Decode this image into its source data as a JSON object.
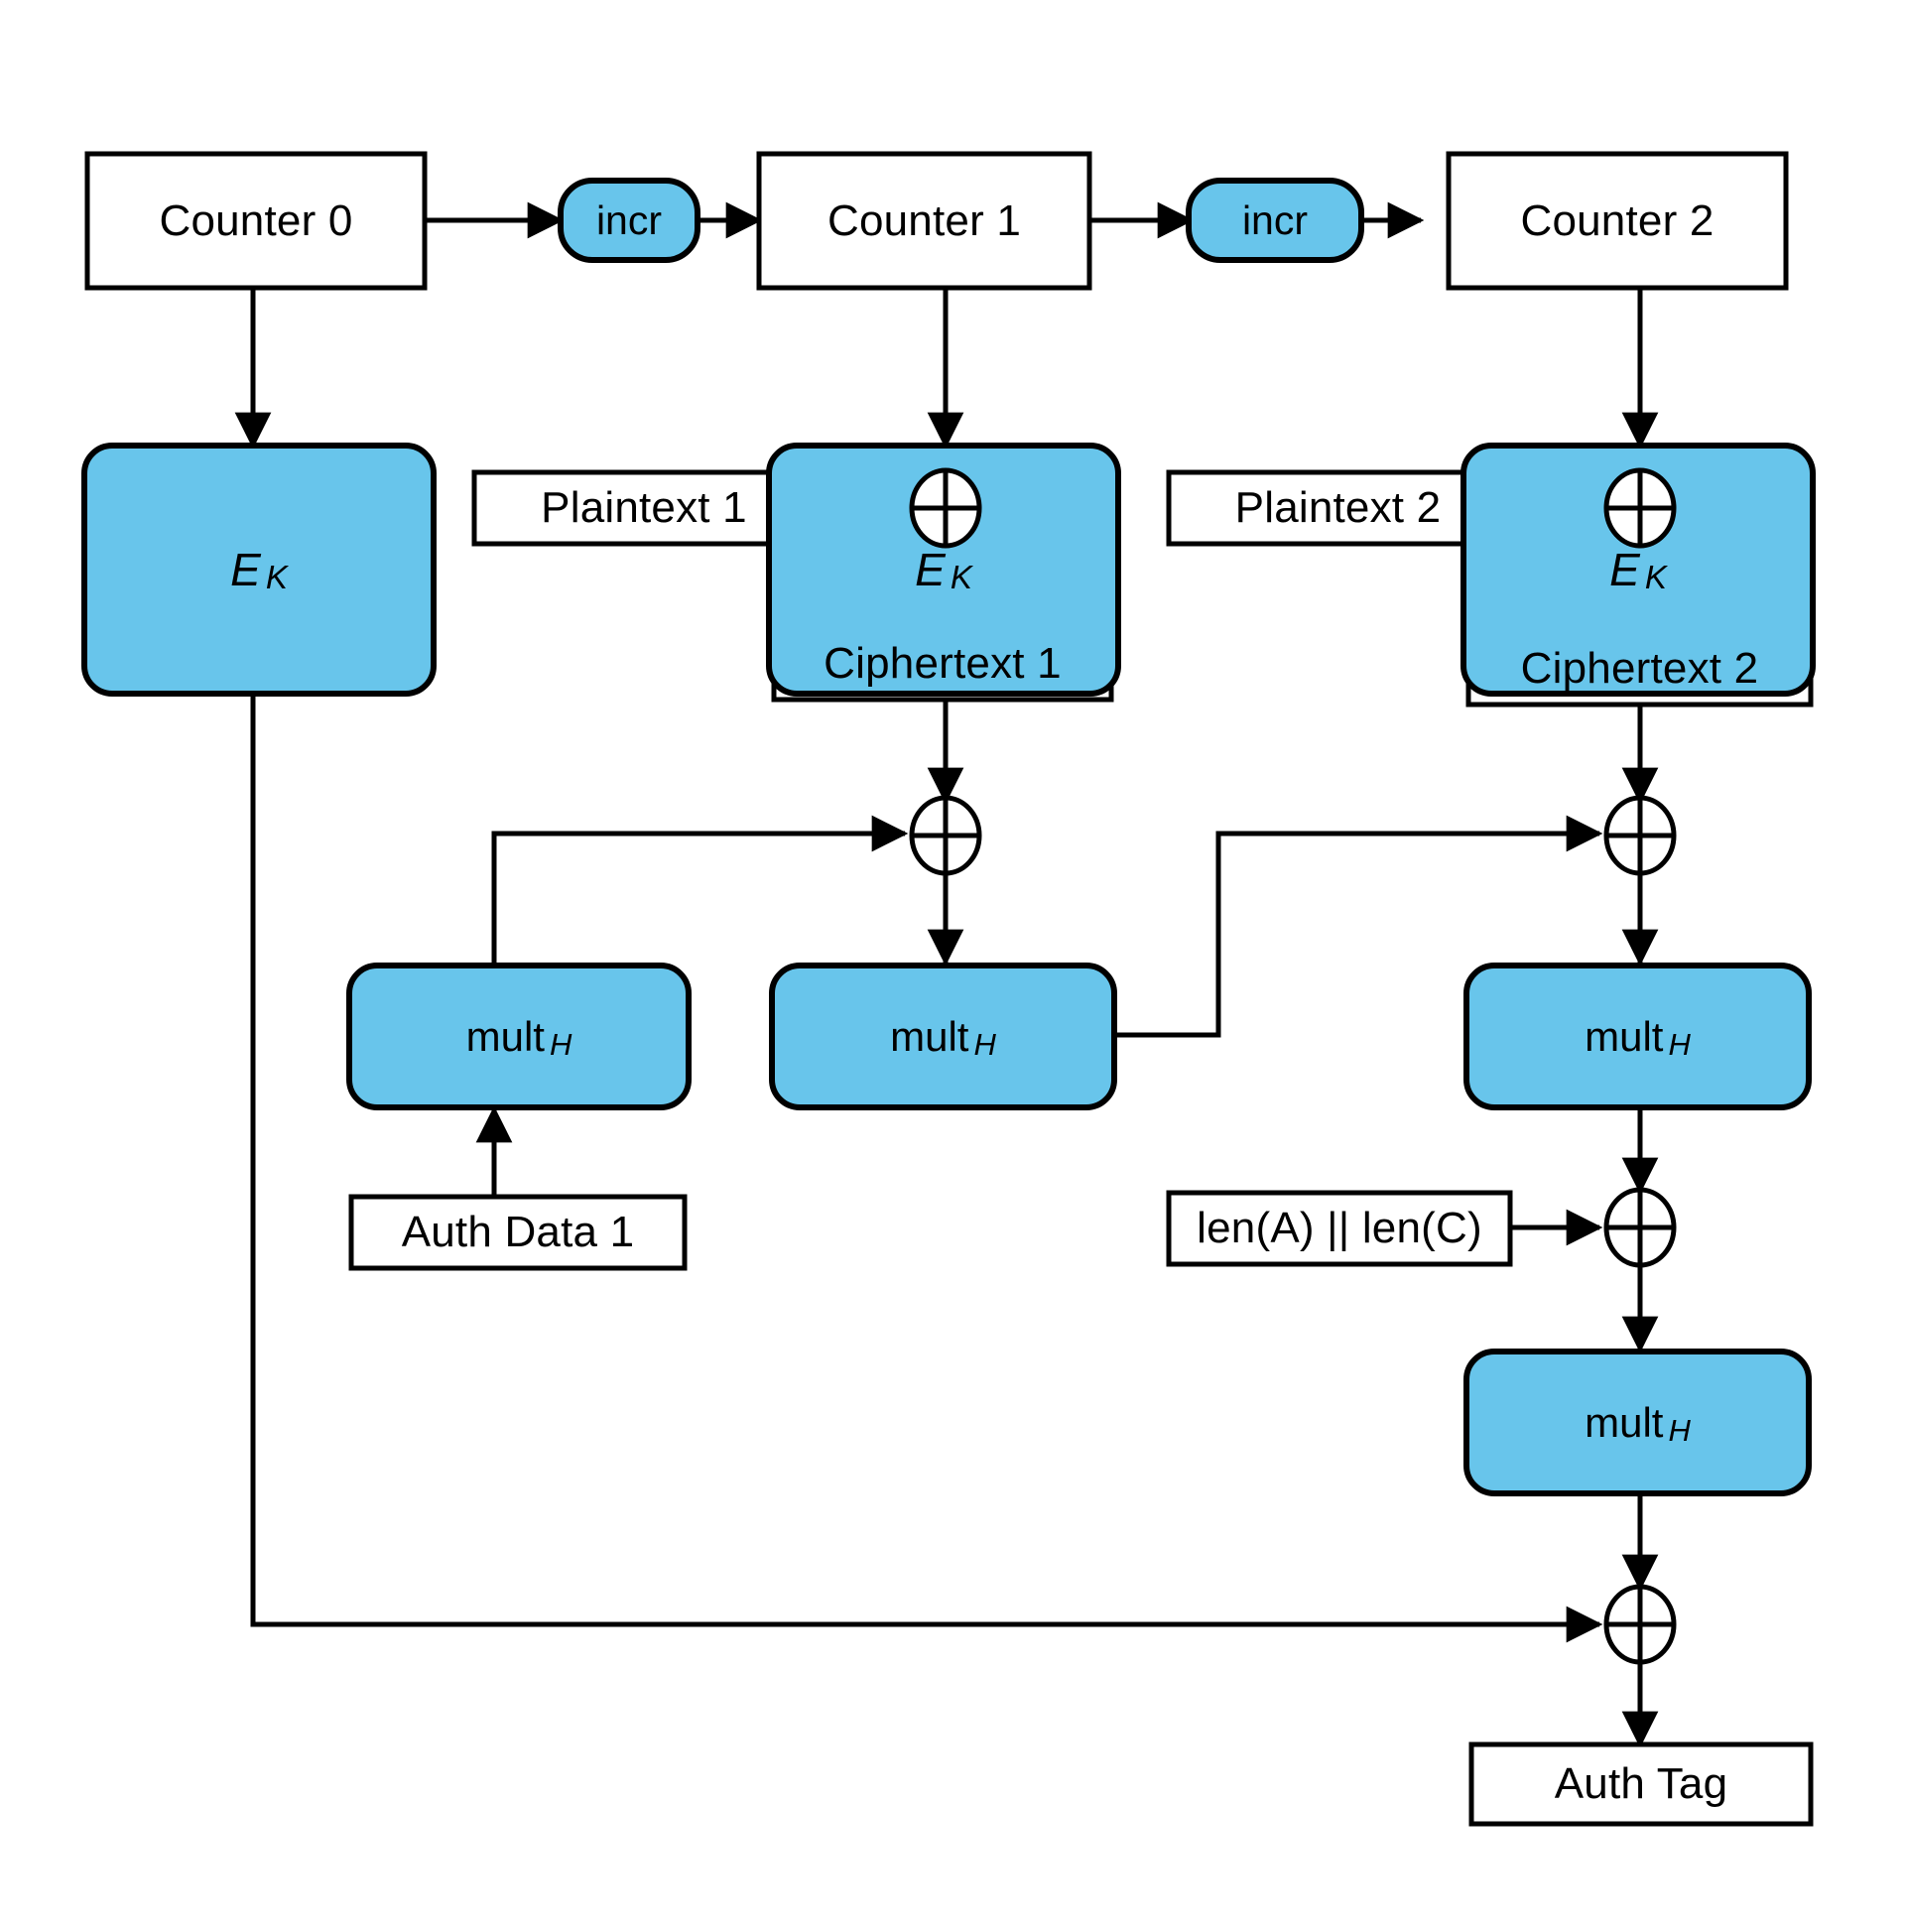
{
  "diagram": {
    "title": "Galois/Counter Mode (GCM) authenticated encryption dataflow",
    "colors": {
      "block_fill": "#68c5eb",
      "block_stroke": "#000000",
      "box_fill": "#ffffff",
      "background": "#ffffff",
      "line": "#000000"
    },
    "nodes": {
      "counter0": {
        "label": "Counter 0",
        "shape": "rect"
      },
      "incr1": {
        "label": "incr",
        "shape": "rounded-blue"
      },
      "counter1": {
        "label": "Counter 1",
        "shape": "rect"
      },
      "incr2": {
        "label": "incr",
        "shape": "rounded-blue"
      },
      "counter2": {
        "label": "Counter 2",
        "shape": "rect"
      },
      "ek0": {
        "label": "E",
        "sub": "K",
        "shape": "rounded-blue"
      },
      "ek1": {
        "label": "E",
        "sub": "K",
        "shape": "rounded-blue"
      },
      "ek2": {
        "label": "E",
        "sub": "K",
        "shape": "rounded-blue"
      },
      "plaintext1": {
        "label": "Plaintext 1",
        "shape": "rect"
      },
      "plaintext2": {
        "label": "Plaintext 2",
        "shape": "rect"
      },
      "ciphertext1": {
        "label": "Ciphertext 1",
        "shape": "rect"
      },
      "ciphertext2": {
        "label": "Ciphertext 2",
        "shape": "rect"
      },
      "multh_a": {
        "label": "mult",
        "sub": "H",
        "shape": "rounded-blue"
      },
      "multh_1": {
        "label": "mult",
        "sub": "H",
        "shape": "rounded-blue"
      },
      "multh_2": {
        "label": "mult",
        "sub": "H",
        "shape": "rounded-blue"
      },
      "multh_len": {
        "label": "mult",
        "sub": "H",
        "shape": "rounded-blue"
      },
      "authdata1": {
        "label": "Auth Data 1",
        "shape": "rect"
      },
      "lenalenc": {
        "label": "len(A) || len(C)",
        "shape": "rect"
      },
      "authtag": {
        "label": "Auth Tag",
        "shape": "rect"
      }
    },
    "operators": {
      "xor": {
        "symbol": "xor-circle",
        "count": 7
      }
    },
    "edges": [
      {
        "from": "counter0",
        "to": "incr1"
      },
      {
        "from": "incr1",
        "to": "counter1"
      },
      {
        "from": "counter1",
        "to": "incr2"
      },
      {
        "from": "incr2",
        "to": "counter2"
      },
      {
        "from": "counter0",
        "to": "ek0"
      },
      {
        "from": "counter1",
        "to": "ek1"
      },
      {
        "from": "counter2",
        "to": "ek2"
      },
      {
        "from": "ek1",
        "to": "xor-p1"
      },
      {
        "from": "plaintext1",
        "to": "xor-p1"
      },
      {
        "from": "xor-p1",
        "to": "ciphertext1"
      },
      {
        "from": "ek2",
        "to": "xor-p2"
      },
      {
        "from": "plaintext2",
        "to": "xor-p2"
      },
      {
        "from": "xor-p2",
        "to": "ciphertext2"
      },
      {
        "from": "ciphertext1",
        "to": "xor-c1"
      },
      {
        "from": "multh_a",
        "to": "xor-c1"
      },
      {
        "from": "xor-c1",
        "to": "multh_1"
      },
      {
        "from": "ciphertext2",
        "to": "xor-c2"
      },
      {
        "from": "multh_1",
        "to": "xor-c2"
      },
      {
        "from": "xor-c2",
        "to": "multh_2"
      },
      {
        "from": "authdata1",
        "to": "multh_a"
      },
      {
        "from": "multh_2",
        "to": "xor-len"
      },
      {
        "from": "lenalenc",
        "to": "xor-len"
      },
      {
        "from": "xor-len",
        "to": "multh_len"
      },
      {
        "from": "multh_len",
        "to": "xor-tag"
      },
      {
        "from": "ek0",
        "to": "xor-tag"
      },
      {
        "from": "xor-tag",
        "to": "authtag"
      }
    ]
  }
}
